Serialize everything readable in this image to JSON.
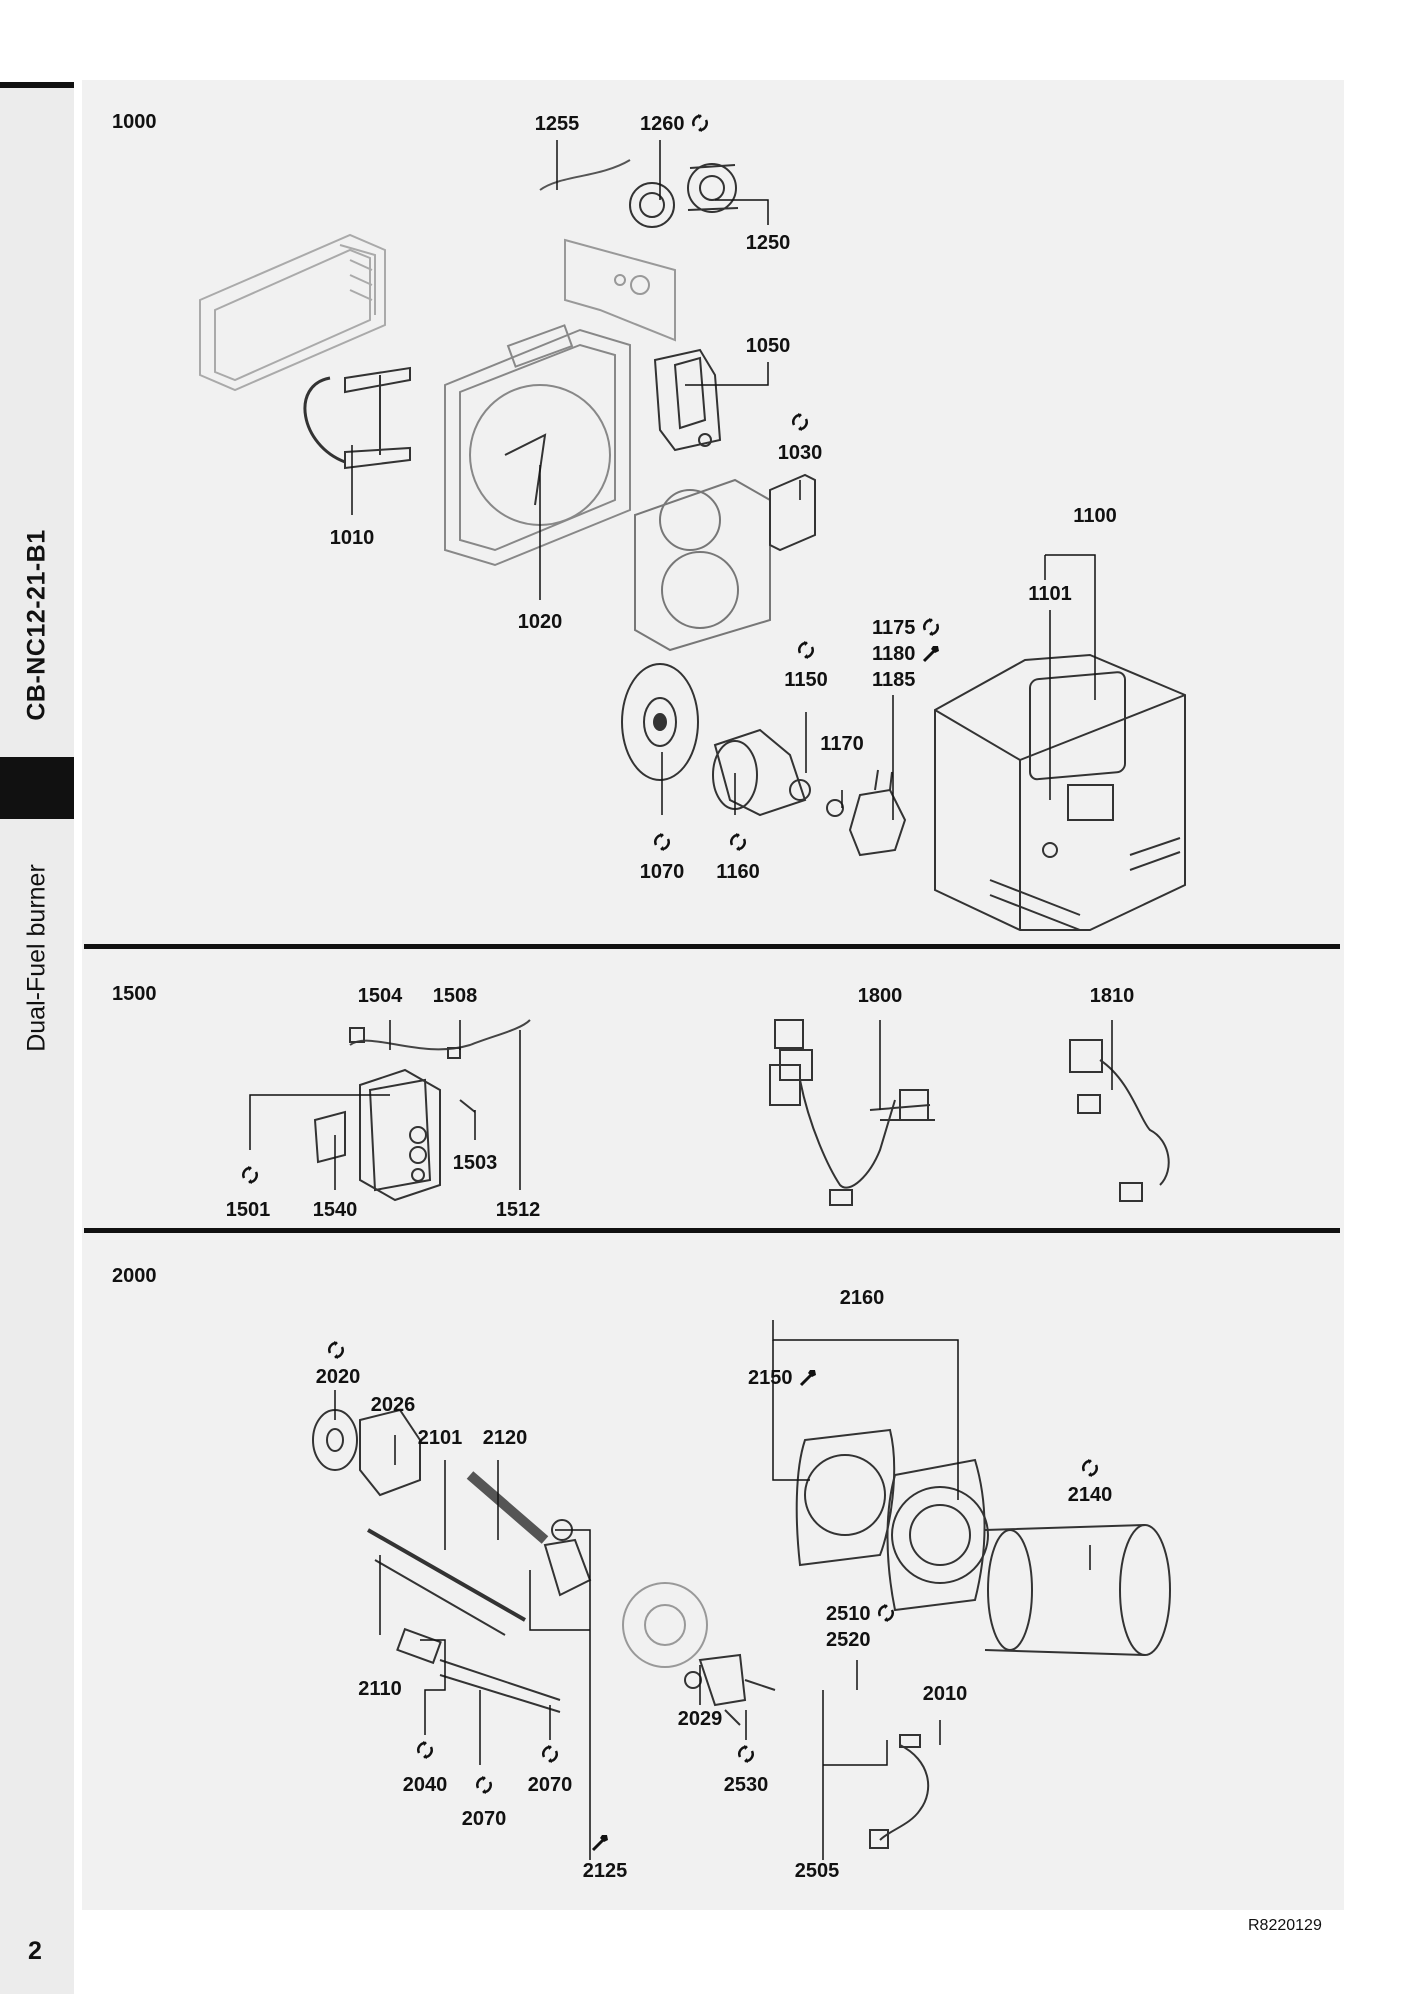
{
  "sidebar": {
    "doc_code": "CB-NC12-21-B1",
    "title": "Dual-Fuel burner"
  },
  "icons": {
    "replace": "circular-arrows-icon",
    "tool": "wrench-icon"
  },
  "sections": [
    {
      "id": "1000",
      "callouts": [
        "1255",
        "1260",
        "1250",
        "1050",
        "1030",
        "1010",
        "1020",
        "1100",
        "1101",
        "1175",
        "1180",
        "1185",
        "1150",
        "1170",
        "1070",
        "1160"
      ]
    },
    {
      "id": "1500",
      "callouts": [
        "1504",
        "1508",
        "1503",
        "1501",
        "1540",
        "1512",
        "1800",
        "1810"
      ]
    },
    {
      "id": "2000",
      "callouts": [
        "2160",
        "2020",
        "2026",
        "2101",
        "2120",
        "2150",
        "2140",
        "2510",
        "2520",
        "2010",
        "2110",
        "2029",
        "2040",
        "2070",
        "2070",
        "2530",
        "2125",
        "2505"
      ]
    }
  ],
  "footer": {
    "page_number": "2",
    "reference": "R8220129"
  }
}
